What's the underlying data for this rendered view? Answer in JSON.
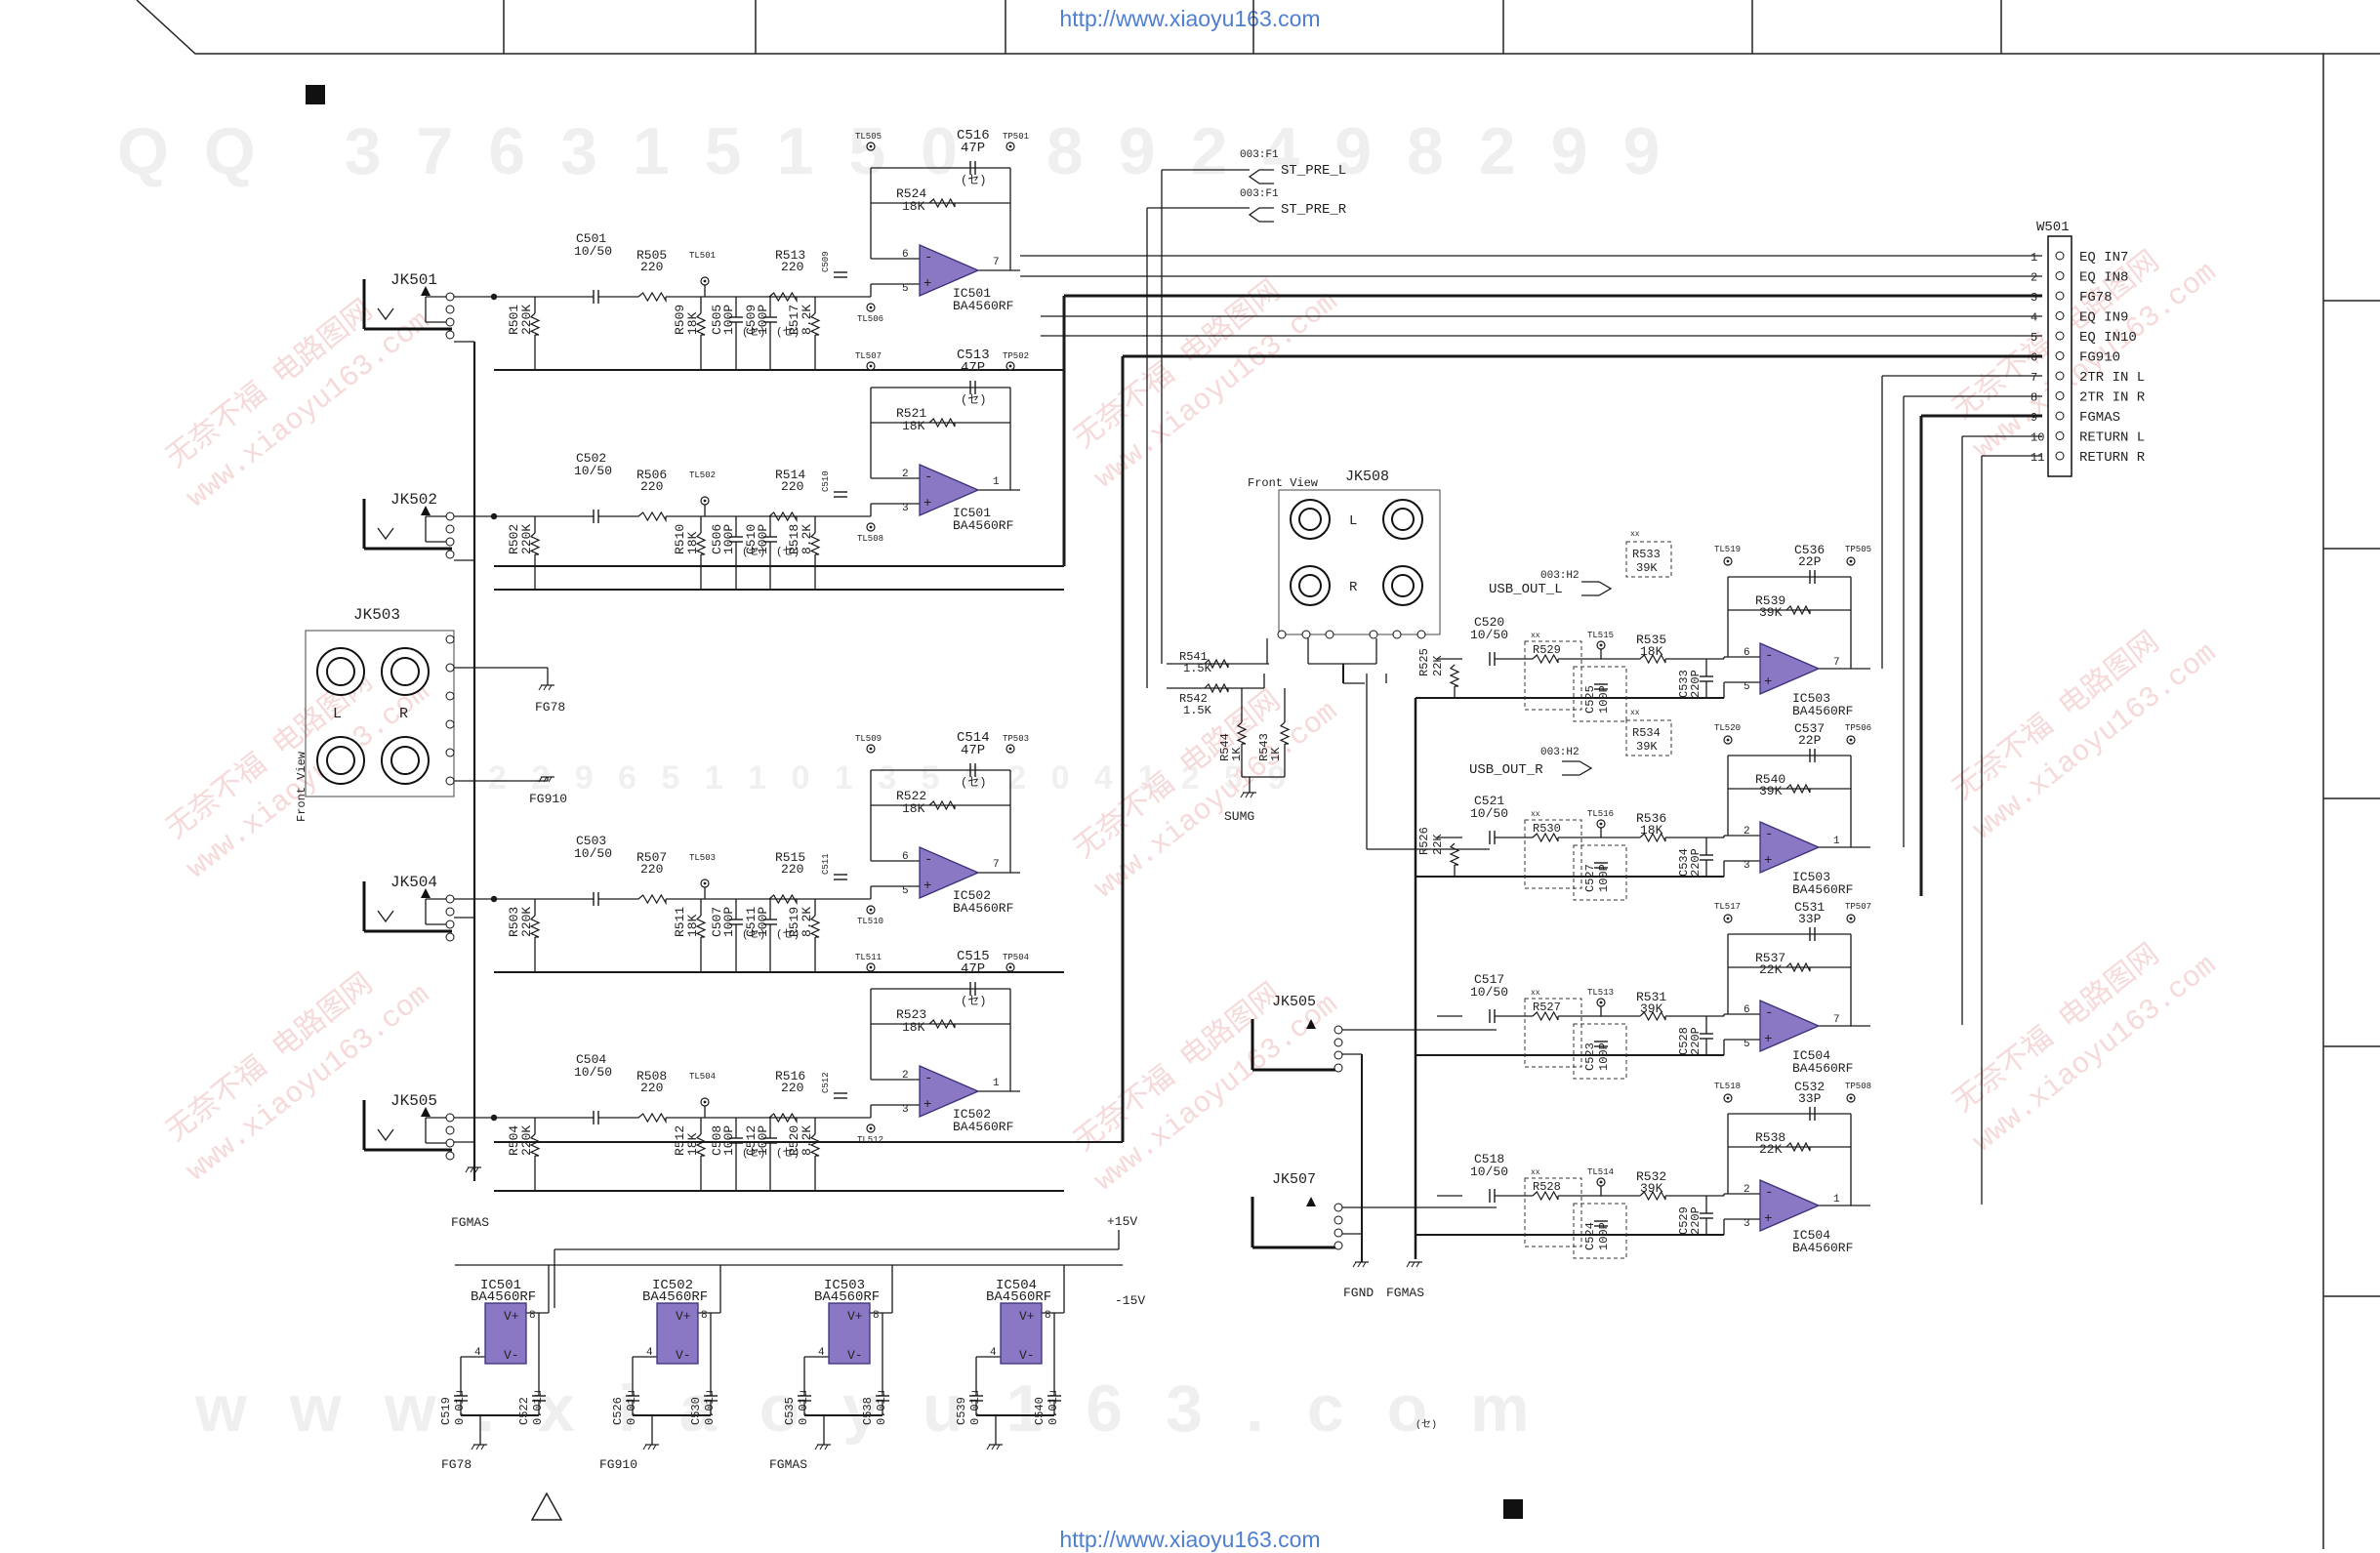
{
  "url_top": "http://www.xiaoyu163.com",
  "url_bottom": "http://www.xiaoyu163.com",
  "watermarks": {
    "qq": "QQ 376315150  892498299",
    "www": "www.xiaoyu163.com",
    "mid_digits": "2 2 9 6 5 1 1 0 1 3 5 6 2 0 4 1 2 5 9",
    "stamp_cn": "无奈不福 电路图网",
    "stamp_url": "www.xiaoyu163.com"
  },
  "colors": {
    "opamp": "#8a78c4",
    "wire": "#1a1a1a",
    "link": "#4f7fd0"
  },
  "connector": {
    "name": "W501",
    "pins": [
      {
        "n": "1",
        "label": "EQ IN7"
      },
      {
        "n": "2",
        "label": "EQ IN8"
      },
      {
        "n": "3",
        "label": "FG78"
      },
      {
        "n": "4",
        "label": "EQ IN9"
      },
      {
        "n": "5",
        "label": "EQ IN10"
      },
      {
        "n": "6",
        "label": "FG910"
      },
      {
        "n": "7",
        "label": "2TR IN L"
      },
      {
        "n": "8",
        "label": "2TR IN R"
      },
      {
        "n": "9",
        "label": "FGMAS"
      },
      {
        "n": "10",
        "label": "RETURN L"
      },
      {
        "n": "11",
        "label": "RETURN R"
      }
    ]
  },
  "sheet_refs": {
    "st_pre_l_ref": "003:F1",
    "st_pre_l": "ST_PRE_L",
    "st_pre_r_ref": "003:F1",
    "st_pre_r": "ST_PRE_R",
    "usb_out_l_ref": "003:H2",
    "usb_out_l": "USB_OUT_L",
    "usb_out_r_ref": "003:H2",
    "usb_out_r": "USB_OUT_R"
  },
  "jacks": {
    "jk501": "JK501",
    "jk502": "JK502",
    "jk503": "JK503",
    "jk504": "JK504",
    "jk505a": "JK505",
    "jk505b": "JK505",
    "jk507": "JK507",
    "jk508": "JK508",
    "front_view": "Front View",
    "front_view2": "Front View",
    "L": "L",
    "R": "R",
    "L2": "L",
    "R2": "R"
  },
  "grounds": {
    "fg78": "FG78",
    "fg910": "FG910",
    "fgmas": "FGMAS",
    "sumg": "SUMG",
    "fgnd": "FGND",
    "fgmas2": "FGMAS",
    "pfg78": "FG78",
    "pfg910": "FG910",
    "pfgmas": "FGMAS"
  },
  "supply": {
    "pos": "+15V",
    "neg": "-15V"
  },
  "ic_part": "BA4560RF",
  "channels": [
    {
      "cap_in": "C501",
      "cap_in_v": "10/50",
      "r_in": "R505",
      "r_in_v": "220",
      "tl": "TL501",
      "r_pd": "R501",
      "r_pd_v": "220K",
      "r_g": "R509",
      "r_g_v": "18K",
      "c_g": "C505",
      "c_g_v": "100P",
      "r_s": "R513",
      "r_s_v": "220",
      "r_s2": "R517",
      "r_s2_v": "8.2K",
      "c_s": "C509",
      "c_s_v": "100P",
      "tl_top": "TL505",
      "c_fb": "C516",
      "c_fb_v": "47P",
      "tp": "TP501",
      "r_fb": "R524",
      "r_fb_v": "18K",
      "tl_bot": "TL506",
      "ic": "IC501",
      "pin_a": "6",
      "pin_b": "5",
      "pin_o": "7"
    },
    {
      "cap_in": "C502",
      "cap_in_v": "10/50",
      "r_in": "R506",
      "r_in_v": "220",
      "tl": "TL502",
      "r_pd": "R502",
      "r_pd_v": "220K",
      "r_g": "R510",
      "r_g_v": "18K",
      "c_g": "C506",
      "c_g_v": "100P",
      "r_s": "R514",
      "r_s_v": "220",
      "r_s2": "R518",
      "r_s2_v": "8.2K",
      "c_s": "C510",
      "c_s_v": "100P",
      "tl_top": "TL507",
      "c_fb": "C513",
      "c_fb_v": "47P",
      "tp": "TP502",
      "r_fb": "R521",
      "r_fb_v": "18K",
      "tl_bot": "TL508",
      "ic": "IC501",
      "pin_a": "2",
      "pin_b": "3",
      "pin_o": "1"
    },
    {
      "cap_in": "C503",
      "cap_in_v": "10/50",
      "r_in": "R507",
      "r_in_v": "220",
      "tl": "TL503",
      "r_pd": "R503",
      "r_pd_v": "220K",
      "r_g": "R511",
      "r_g_v": "18K",
      "c_g": "C507",
      "c_g_v": "100P",
      "r_s": "R515",
      "r_s_v": "220",
      "r_s2": "R519",
      "r_s2_v": "8.2K",
      "c_s": "C511",
      "c_s_v": "100P",
      "tl_top": "TL509",
      "c_fb": "C514",
      "c_fb_v": "47P",
      "tp": "TP503",
      "r_fb": "R522",
      "r_fb_v": "18K",
      "tl_bot": "TL510",
      "ic": "IC502",
      "pin_a": "6",
      "pin_b": "5",
      "pin_o": "7"
    },
    {
      "cap_in": "C504",
      "cap_in_v": "10/50",
      "r_in": "R508",
      "r_in_v": "220",
      "tl": "TL504",
      "r_pd": "R504",
      "r_pd_v": "220K",
      "r_g": "R512",
      "r_g_v": "18K",
      "c_g": "C508",
      "c_g_v": "100P",
      "r_s": "R516",
      "r_s_v": "220",
      "r_s2": "R520",
      "r_s2_v": "8.2K",
      "c_s": "C512",
      "c_s_v": "100P",
      "tl_top": "TL511",
      "c_fb": "C515",
      "c_fb_v": "47P",
      "tp": "TP504",
      "r_fb": "R523",
      "r_fb_v": "18K",
      "tl_bot": "TL512",
      "ic": "IC502",
      "pin_a": "2",
      "pin_b": "3",
      "pin_o": "1"
    }
  ],
  "sum": {
    "r541": "R541",
    "r541_v": "1.5K",
    "r542": "R542",
    "r542_v": "1.5K",
    "r544": "R544",
    "r544_v": "1K",
    "r543": "R543",
    "r543_v": "1K"
  },
  "right_channels": [
    {
      "cap_in": "C520",
      "cap_in_v": "10/50",
      "r_pd": "R525",
      "r_pd_v": "22K",
      "xx1": "xx",
      "r_x": "R529",
      "tl": "TL515",
      "c_x": "C525",
      "c_x_v": "100P",
      "r_s": "R535",
      "r_s_v": "18K",
      "c_s": "C533",
      "c_s_v": "220P",
      "tl_top": "TL519",
      "c_fb": "C536",
      "c_fb_v": "22P",
      "tp": "TP505",
      "r_fb": "R539",
      "r_fb_v": "39K",
      "ic": "IC503",
      "pin_a": "6",
      "pin_b": "5",
      "pin_o": "7",
      "xx2": "xx",
      "r_opt": "R533",
      "r_opt_v": "39K"
    },
    {
      "cap_in": "C521",
      "cap_in_v": "10/50",
      "r_pd": "R526",
      "r_pd_v": "22K",
      "xx1": "xx",
      "r_x": "R530",
      "tl": "TL516",
      "c_x": "C527",
      "c_x_v": "100P",
      "r_s": "R536",
      "r_s_v": "18K",
      "c_s": "C534",
      "c_s_v": "220P",
      "tl_top": "TL520",
      "c_fb": "C537",
      "c_fb_v": "22P",
      "tp": "TP506",
      "r_fb": "R540",
      "r_fb_v": "39K",
      "ic": "IC503",
      "pin_a": "2",
      "pin_b": "3",
      "pin_o": "1",
      "xx2": "xx",
      "r_opt": "R534",
      "r_opt_v": "39K"
    },
    {
      "cap_in": "C517",
      "cap_in_v": "10/50",
      "xx1": "xx",
      "r_x": "R527",
      "tl": "TL513",
      "c_x": "C523",
      "c_x_v": "100P",
      "r_s": "R531",
      "r_s_v": "39K",
      "c_s": "C528",
      "c_s_v": "220P",
      "tl_top": "TL517",
      "c_fb": "C531",
      "c_fb_v": "33P",
      "tp": "TP507",
      "r_fb": "R537",
      "r_fb_v": "22K",
      "ic": "IC504",
      "pin_a": "6",
      "pin_b": "5",
      "pin_o": "7"
    },
    {
      "cap_in": "C518",
      "cap_in_v": "10/50",
      "xx1": "xx",
      "r_x": "R528",
      "tl": "TL514",
      "c_x": "C524",
      "c_x_v": "100P",
      "r_s": "R532",
      "r_s_v": "39K",
      "c_s": "C529",
      "c_s_v": "220P",
      "tl_top": "TL518",
      "c_fb": "C532",
      "c_fb_v": "33P",
      "tp": "TP508",
      "r_fb": "R538",
      "r_fb_v": "22K",
      "ic": "IC504",
      "pin_a": "2",
      "pin_b": "3",
      "pin_o": "1"
    }
  ],
  "power": [
    {
      "ic": "IC501",
      "part": "BA4560RF",
      "pin_top": "8",
      "pin_left": "4",
      "vp": "V+",
      "vm": "V-",
      "c1": "C519",
      "c1_v": "0.01u",
      "c2": "C522",
      "c2_v": "0.01u"
    },
    {
      "ic": "IC502",
      "part": "BA4560RF",
      "pin_top": "8",
      "pin_left": "4",
      "vp": "V+",
      "vm": "V-",
      "c1": "C526",
      "c1_v": "0.01u",
      "c2": "C530",
      "c2_v": "0.01u"
    },
    {
      "ic": "IC503",
      "part": "BA4560RF",
      "pin_top": "8",
      "pin_left": "4",
      "vp": "V+",
      "vm": "V-",
      "c1": "C535",
      "c1_v": "0.01u",
      "c2": "C538",
      "c2_v": "0.01u"
    },
    {
      "ic": "IC504",
      "part": "BA4560RF",
      "pin_top": "8",
      "pin_left": "4",
      "vp": "V+",
      "vm": "V-",
      "c1": "C539",
      "c1_v": "0.01u",
      "c2": "C540",
      "c2_v": "0.01u"
    }
  ],
  "misc": {
    "cap_sym": "(セ)",
    "sheet_note": "(セ)"
  }
}
